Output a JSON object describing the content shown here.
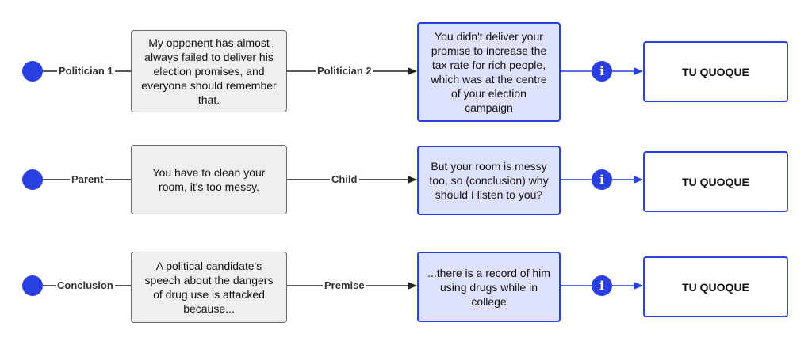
{
  "rows": [
    {
      "claimant_label": "Politician 1",
      "claim_text": "My opponent has almost always failed to deliver his election promises, and everyone should remember that.",
      "respondent_label": "Politician 2",
      "response_text": "You didn't deliver your promise to increase the tax rate for rich people, which was at the centre of your election campaign",
      "result_label": "TU QUOQUE"
    },
    {
      "claimant_label": "Parent",
      "claim_text": "You have to clean your room, it's too messy.",
      "respondent_label": "Child",
      "response_text": "But your room is messy too, so (conclusion) why should I listen to you?",
      "result_label": "TU QUOQUE"
    },
    {
      "claimant_label": "Conclusion",
      "claim_text": "A political candidate's speech about the dangers of drug use is attacked because...",
      "respondent_label": "Premise",
      "response_text": "...there is a record of him using drugs while in college",
      "result_label": "TU QUOQUE"
    }
  ],
  "colors": {
    "accent": "#2a3fe0",
    "claim_fill": "#efefef",
    "claim_border": "#666666",
    "reply_fill": "#dde1fb",
    "line": "#222222"
  },
  "icons": {
    "start": "filled-circle",
    "info": "info-icon"
  }
}
